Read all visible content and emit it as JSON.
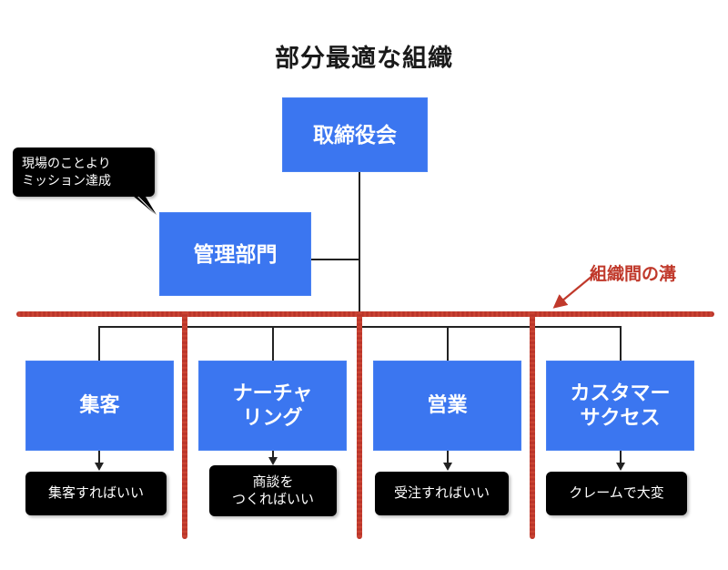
{
  "title": "部分最適な組織",
  "colors": {
    "box_blue": "#3B76F0",
    "box_black": "#000000",
    "gap_red": "#C0392B",
    "line_black": "#222222",
    "background": "#FFFFFF",
    "text_white": "#FFFFFF",
    "title_text": "#1A1A1A"
  },
  "hierarchy": {
    "board": {
      "label": "取締役会"
    },
    "admin": {
      "label": "管理部門"
    },
    "units": [
      {
        "label_line1": "集客",
        "label_line2": ""
      },
      {
        "label_line1": "ナーチャ",
        "label_line2": "リング"
      },
      {
        "label_line1": "営業",
        "label_line2": ""
      },
      {
        "label_line1": "カスタマー",
        "label_line2": "サクセス"
      }
    ]
  },
  "callout": {
    "line1": "現場のことより",
    "line2": "ミッション達成"
  },
  "captions": [
    {
      "line1": "集客すればいい",
      "line2": ""
    },
    {
      "line1": "商談を",
      "line2": "つくればいい"
    },
    {
      "line1": "受注すればいい",
      "line2": ""
    },
    {
      "line1": "クレームで大変",
      "line2": ""
    }
  ],
  "annotation": {
    "gap_label": "組織間の溝",
    "arrow": "arrow-down-left-icon"
  }
}
